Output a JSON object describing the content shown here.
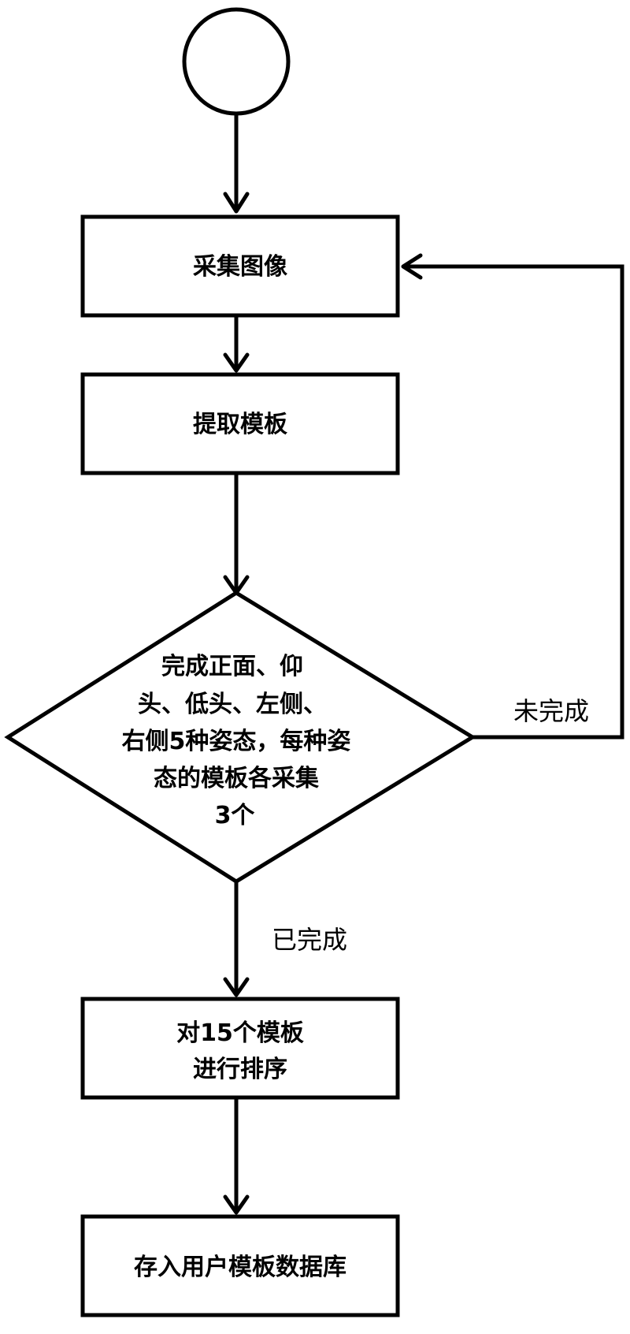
{
  "flowchart": {
    "nodes": {
      "collect_image": "采集图像",
      "extract_template": "提取模板",
      "decision_lines": [
        "完成正面、仰",
        "头、低头、左侧、",
        "右侧5种姿态，每种姿",
        "态的模板各采集",
        "3个"
      ],
      "sort_lines": [
        "对15个模板",
        "进行排序"
      ],
      "store_db": "存入用户模板数据库"
    },
    "edges": {
      "not_done": "未完成",
      "done": "已完成"
    }
  }
}
